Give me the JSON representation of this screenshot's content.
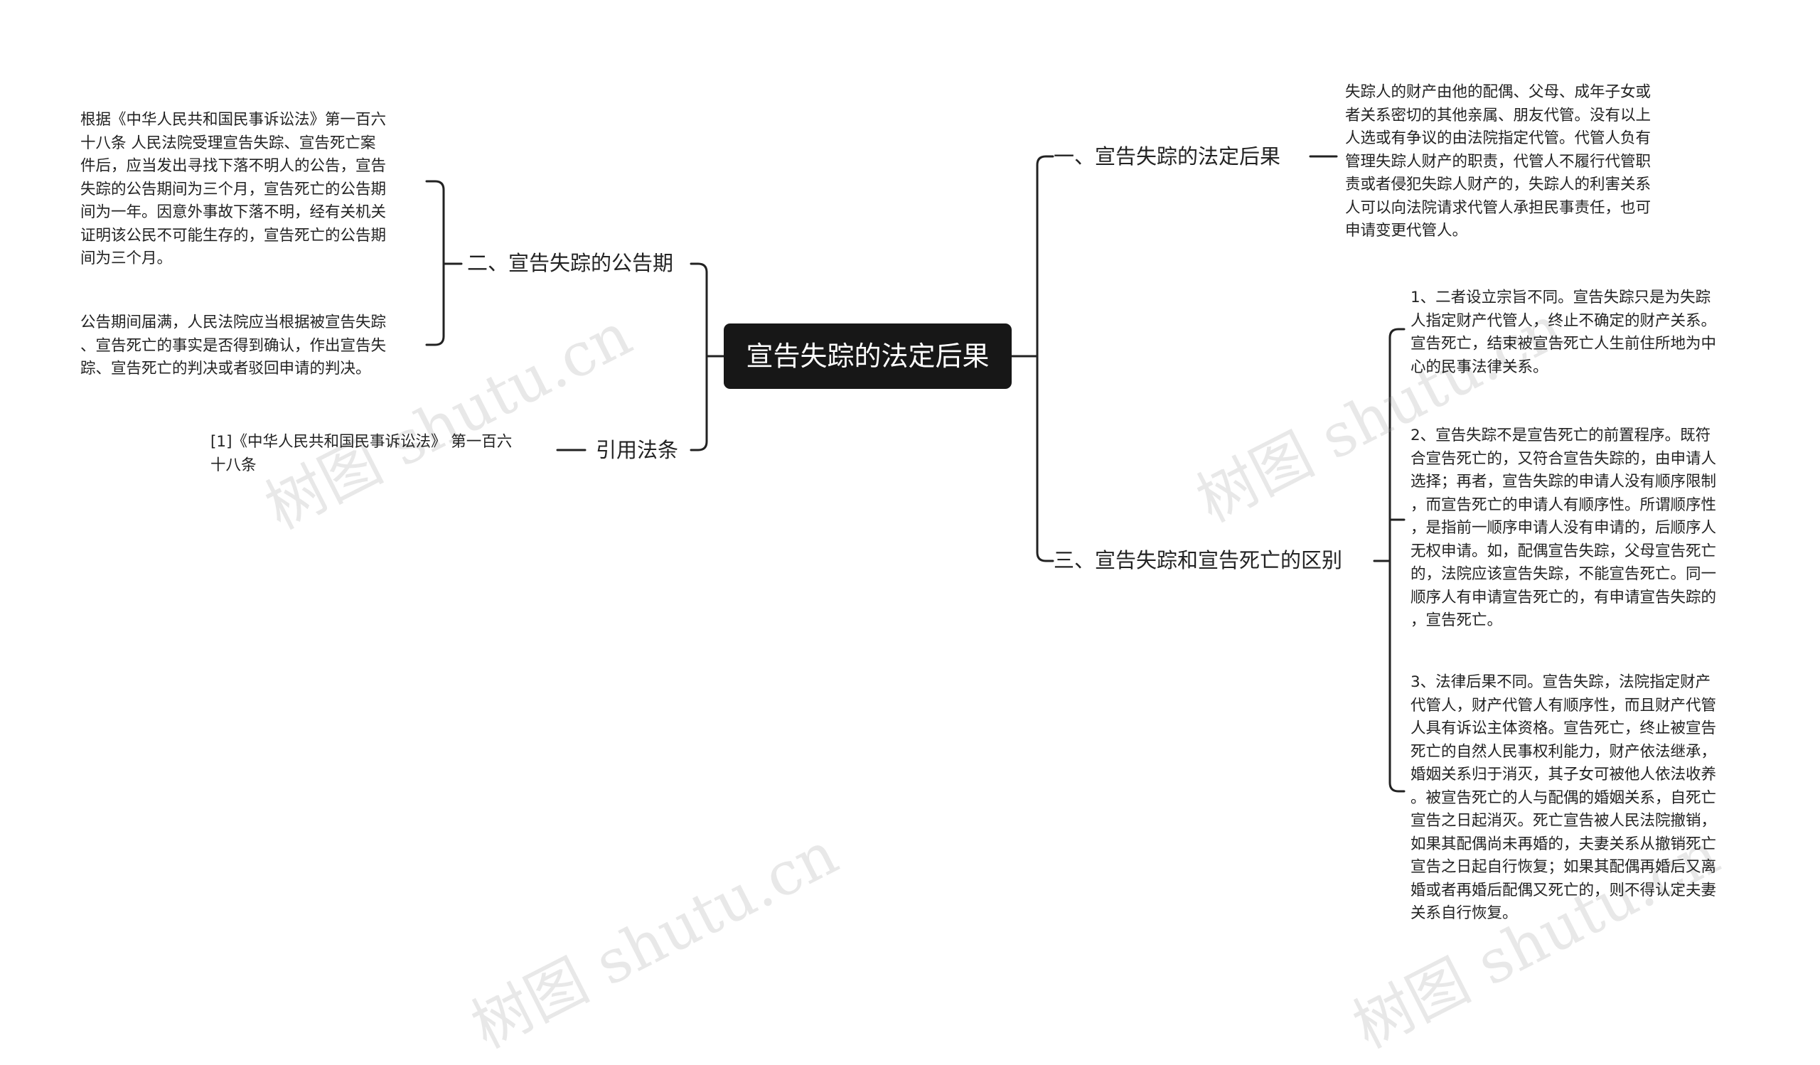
{
  "root": {
    "label": "宣告失踪的法定后果"
  },
  "branches": {
    "b1": {
      "label": "一、宣告失踪的法定后果",
      "leaves": [
        "失踪人的财产由他的配偶、父母、成年子女或\n者关系密切的其他亲属、朋友代管。没有以上\n人选或有争议的由法院指定代管。代管人负有\n管理失踪人财产的职责，代管人不履行代管职\n责或者侵犯失踪人财产的，失踪人的利害关系\n人可以向法院请求代管人承担民事责任，也可\n申请变更代管人。"
      ]
    },
    "b2": {
      "label": "二、宣告失踪的公告期",
      "leaves": [
        "根据《中华人民共和国民事诉讼法》第一百六\n十八条 人民法院受理宣告失踪、宣告死亡案\n件后，应当发出寻找下落不明人的公告，宣告\n失踪的公告期间为三个月，宣告死亡的公告期\n间为一年。因意外事故下落不明，经有关机关\n证明该公民不可能生存的，宣告死亡的公告期\n间为三个月。",
        "公告期间届满，人民法院应当根据被宣告失踪\n、宣告死亡的事实是否得到确认，作出宣告失\n踪、宣告死亡的判决或者驳回申请的判决。"
      ]
    },
    "b3": {
      "label": "三、宣告失踪和宣告死亡的区别",
      "leaves": [
        "1、二者设立宗旨不同。宣告失踪只是为失踪\n人指定财产代管人，终止不确定的财产关系。\n宣告死亡，结束被宣告死亡人生前住所地为中\n心的民事法律关系。",
        "2、宣告失踪不是宣告死亡的前置程序。既符\n合宣告死亡的，又符合宣告失踪的，由申请人\n选择；再者，宣告失踪的申请人没有顺序限制\n，而宣告死亡的申请人有顺序性。所谓顺序性\n，是指前一顺序申请人没有申请的，后顺序人\n无权申请。如，配偶宣告失踪，父母宣告死亡\n的，法院应该宣告失踪，不能宣告死亡。同一\n顺序人有申请宣告死亡的，有申请宣告失踪的\n，宣告死亡。",
        "3、法律后果不同。宣告失踪，法院指定财产\n代管人，财产代管人有顺序性，而且财产代管\n人具有诉讼主体资格。宣告死亡，终止被宣告\n死亡的自然人民事权利能力，财产依法继承，\n婚姻关系归于消灭，其子女可被他人依法收养\n。被宣告死亡的人与配偶的婚姻关系，自死亡\n宣告之日起消灭。死亡宣告被人民法院撤销，\n如果其配偶尚未再婚的，夫妻关系从撤销死亡\n宣告之日起自行恢复；如果其配偶再婚后又离\n婚或者再婚后配偶又死亡的，则不得认定夫妻\n关系自行恢复。"
      ]
    },
    "b4": {
      "label": "引用法条",
      "leaves": [
        "[1]《中华人民共和国民事诉讼法》 第一百六\n十八条"
      ]
    }
  },
  "watermark": "树图 shutu.cn",
  "colors": {
    "line": "#222222",
    "root_bg": "#171717",
    "root_text": "#ffffff"
  }
}
